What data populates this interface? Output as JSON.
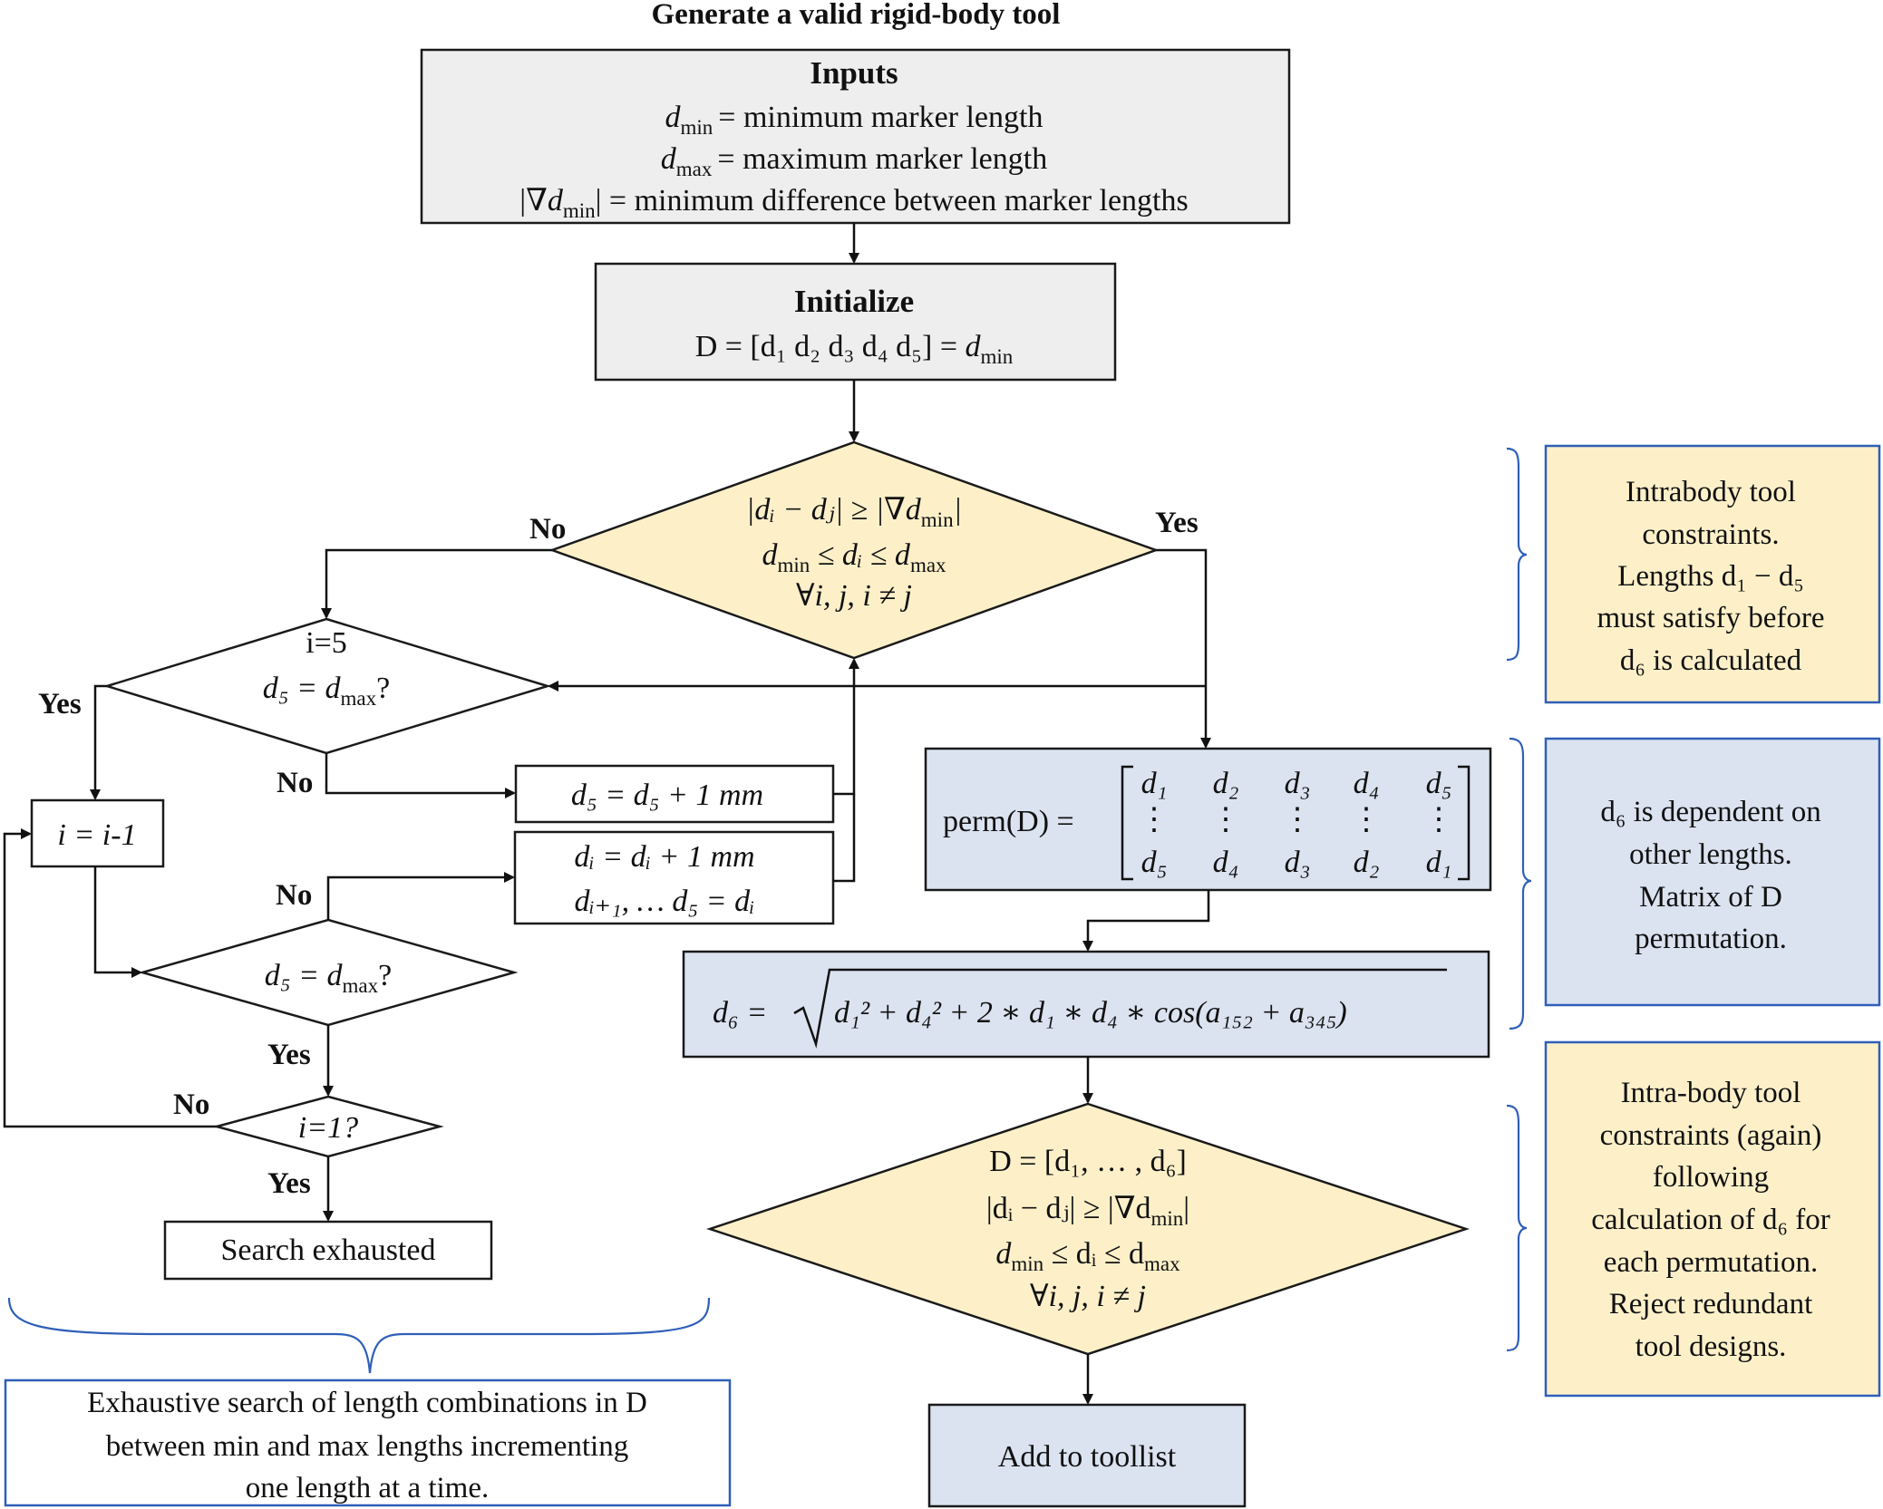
{
  "title": "Generate a valid rigid-body tool",
  "inputs": {
    "heading": "Inputs",
    "line1": {
      "sym": "d",
      "sub": "min",
      "text": "= minimum  marker  length"
    },
    "line2": {
      "sym": "d",
      "sub": "max",
      "text": "= maximum  marker  length"
    },
    "line3": {
      "pre": "|∇",
      "sym": "d",
      "sub": "min",
      "text": "| = minimum  difference  between  marker  lengths"
    }
  },
  "initialize": {
    "heading": "Initialize",
    "formula": "D = [d₁ d₂ d₃ d₄ d₅] = ",
    "sym": "d",
    "sub": "min"
  },
  "constraint_check": {
    "line1": "|dᵢ − dⱼ| ≥ |∇d",
    "line1_sub": "min",
    "line2_sym": "d",
    "line2_sub": "min",
    "line2_mid": " ≤ dᵢ ≤ d",
    "line2_sub2": "max",
    "line3": "∀i, j, i ≠ j",
    "no_label": "No",
    "yes_label": "Yes"
  },
  "check_i5": {
    "line1": "i=5",
    "line2_a": "d₅ = d",
    "line2_sub": "max",
    "line2_b": "?",
    "yes_label": "Yes",
    "no_label": "No"
  },
  "increment_d5": "d₅ = d₅ + 1 mm",
  "decrement_i": "i = i-1",
  "increment_di": {
    "line1": "dᵢ = dᵢ + 1 mm",
    "line2": "dᵢ₊₁, … d₅ = dᵢ"
  },
  "check_d5_max": {
    "a": "d₅ = d",
    "sub": "max",
    "b": "?",
    "no_label": "No",
    "yes_label": "Yes"
  },
  "check_i1": {
    "text": "i=1?",
    "no_label": "No",
    "yes_label": "Yes"
  },
  "search_exhausted": "Search exhausted",
  "exhaustive_note": {
    "line1": "Exhaustive  search  of length  combinations  in  D",
    "line2": "between min  and max lengths  incrementing",
    "line3": "one length  at a time."
  },
  "perm": {
    "lhs": "perm(D) =",
    "row1": [
      "d₁",
      "d₂",
      "d₃",
      "d₄",
      "d₅"
    ],
    "row2": [
      "⋮",
      "⋮",
      "⋮",
      "⋮",
      "⋮"
    ],
    "row3": [
      "d₅",
      "d₄",
      "d₃",
      "d₂",
      "d₁"
    ]
  },
  "d6_formula": {
    "lhs": "d₆ =",
    "rhs": "d₁² +  d₄² + 2 ∗ d₁ ∗ d₄ ∗ cos(a₁₅₂ + a₃₄₅)"
  },
  "final_check": {
    "line1": "D = [d₁, … , d₆]",
    "line2": "|dᵢ − dⱼ| ≥ |∇d",
    "line2_sub": "min",
    "line3_sym": "d",
    "line3_sub": "min",
    "line3_mid": " ≤ dᵢ ≤ d",
    "line3_sub2": "max",
    "line4": "∀i, j, i ≠ j"
  },
  "add_toollist": "Add to toollist",
  "notes": {
    "intrabody": [
      "Intrabody  tool",
      "constraints.",
      "Lengths  d₁ − d₅",
      "must  satisfy  before",
      "d₆  is  calculated"
    ],
    "dependent": [
      "d₆ is dependent  on",
      "other  lengths.",
      "Matrix  of D",
      "permutation."
    ],
    "intra_again": [
      "Intra-body  tool",
      "constraints  (again)",
      "following",
      "calculation  of d₆ for",
      "each permutation.",
      "Reject  redundant",
      "tool  designs."
    ]
  },
  "colors": {
    "gray_box": "#eeeeee",
    "yellow": "#fdf0c9",
    "blue": "#dbe3f1",
    "blue_border": "#2f5fb8"
  }
}
